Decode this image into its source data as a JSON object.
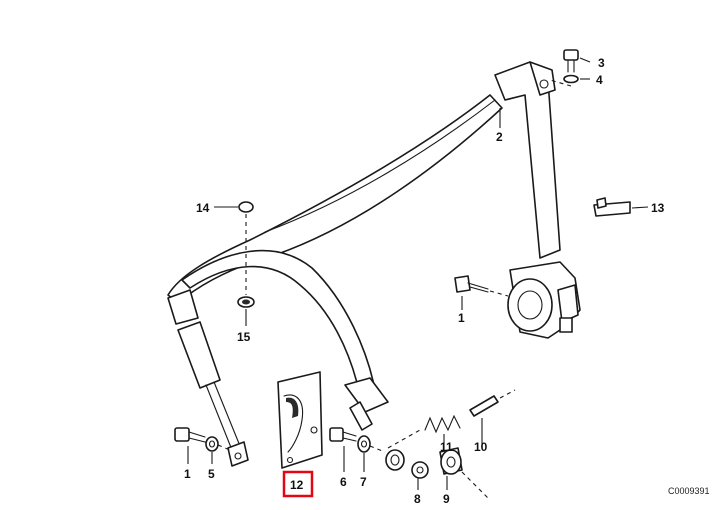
{
  "callouts": {
    "p1_upper": "1",
    "p2": "2",
    "p3": "3",
    "p4": "4",
    "p13": "13",
    "p14": "14",
    "p15": "15",
    "p1_lower": "1",
    "p5": "5",
    "p12": "12",
    "p6": "6",
    "p7": "7",
    "p8": "8",
    "p9": "9",
    "p10": "10",
    "p11": "11"
  },
  "catalog_number": "C0009391",
  "highlighted_part": "12",
  "colors": {
    "highlight": "#e30613",
    "line": "#1a1a1a",
    "background": "#ffffff"
  }
}
